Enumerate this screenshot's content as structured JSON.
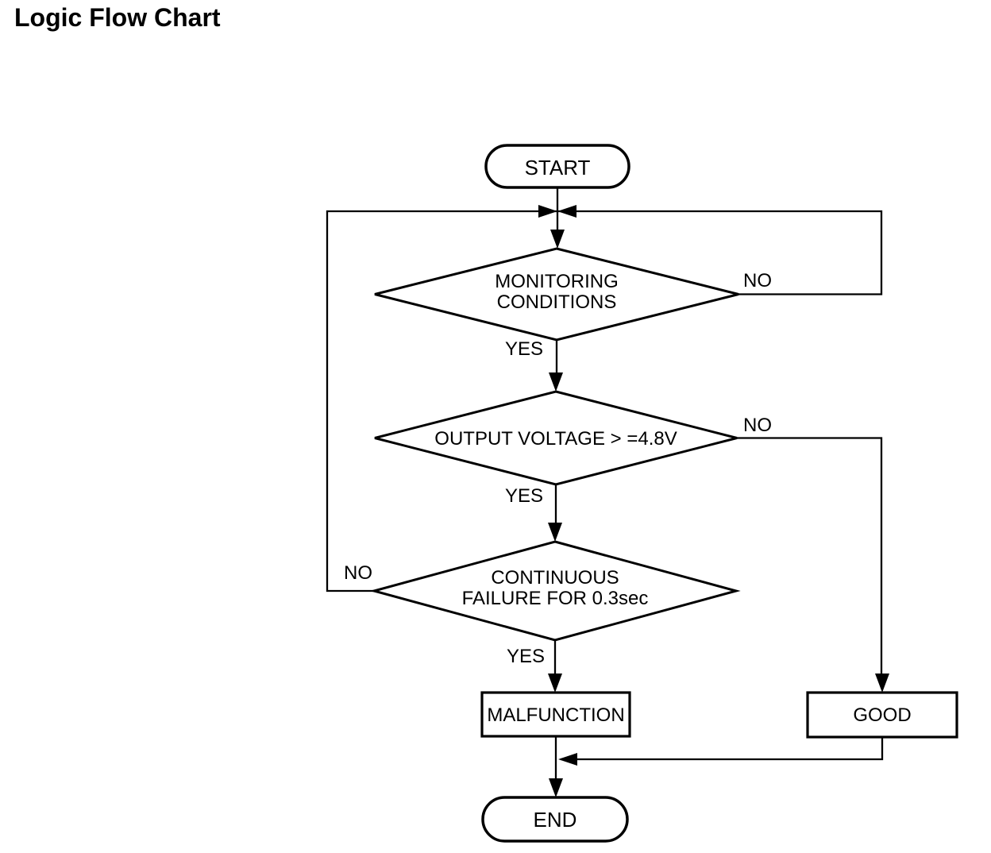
{
  "title": "Logic Flow Chart",
  "colors": {
    "line": "#000000",
    "text": "#000000",
    "shape_fill": "#ffffff",
    "background": "#ffffff"
  },
  "flowchart": {
    "nodes": {
      "start": {
        "type": "terminator",
        "label": "START"
      },
      "monitoring": {
        "type": "decision",
        "line1": "MONITORING",
        "line2": "CONDITIONS"
      },
      "voltage": {
        "type": "decision",
        "line1": "OUTPUT VOLTAGE > =4.8V"
      },
      "failure": {
        "type": "decision",
        "line1": "CONTINUOUS",
        "line2": "FAILURE FOR 0.3sec"
      },
      "malfunction": {
        "type": "process",
        "label": "MALFUNCTION"
      },
      "good": {
        "type": "process",
        "label": "GOOD"
      },
      "end": {
        "type": "terminator",
        "label": "END"
      }
    },
    "edges": [
      {
        "from": "start",
        "to": "monitoring",
        "label": ""
      },
      {
        "from": "monitoring",
        "to": "voltage",
        "label": "YES"
      },
      {
        "from": "monitoring",
        "to": "top-junction",
        "label": "NO"
      },
      {
        "from": "voltage",
        "to": "failure",
        "label": "YES"
      },
      {
        "from": "voltage",
        "to": "good",
        "label": "NO"
      },
      {
        "from": "failure",
        "to": "malfunction",
        "label": "YES"
      },
      {
        "from": "failure",
        "to": "top-junction",
        "label": "NO"
      },
      {
        "from": "malfunction",
        "to": "end",
        "label": ""
      },
      {
        "from": "good",
        "to": "end",
        "label": ""
      }
    ]
  }
}
